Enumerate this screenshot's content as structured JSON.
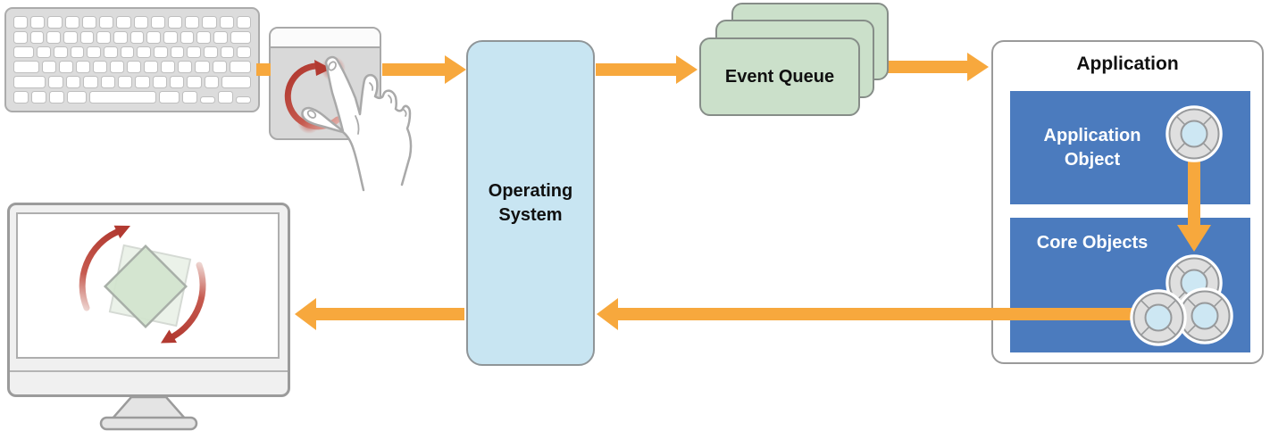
{
  "diagram": {
    "nodes": {
      "operating_system": {
        "label": "Operating System"
      },
      "event_queue": {
        "label": "Event Queue",
        "stack_count": 3
      },
      "application": {
        "label": "Application"
      },
      "application_object": {
        "label": "Application Object",
        "event_icon": "life-preserver-event-icon"
      },
      "core_objects": {
        "label": "Core Objects",
        "event_icon_count": 3
      }
    },
    "devices": {
      "keyboard": {
        "icon": "keyboard-icon"
      },
      "trackpad": {
        "icon": "trackpad-icon",
        "gesture": "two-finger-rotate",
        "gesture_icon": "rotate-gesture-arrow-icon"
      },
      "display": {
        "icon": "monitor-icon",
        "content_icon": "rotating-green-square-icon"
      }
    },
    "flow": [
      "keyboard/trackpad to operating system",
      "operating system to event queue",
      "event queue to application",
      "application object to core objects",
      "core objects back to operating system",
      "operating system to display"
    ],
    "colors": {
      "arrow_orange": "#F7A83D",
      "os_fill": "#C8E5F2",
      "queue_fill": "#CBE0CA",
      "object_blue": "#4B7BBE",
      "gesture_red": "#B23A31",
      "square_green": "#D1E4CD"
    }
  }
}
